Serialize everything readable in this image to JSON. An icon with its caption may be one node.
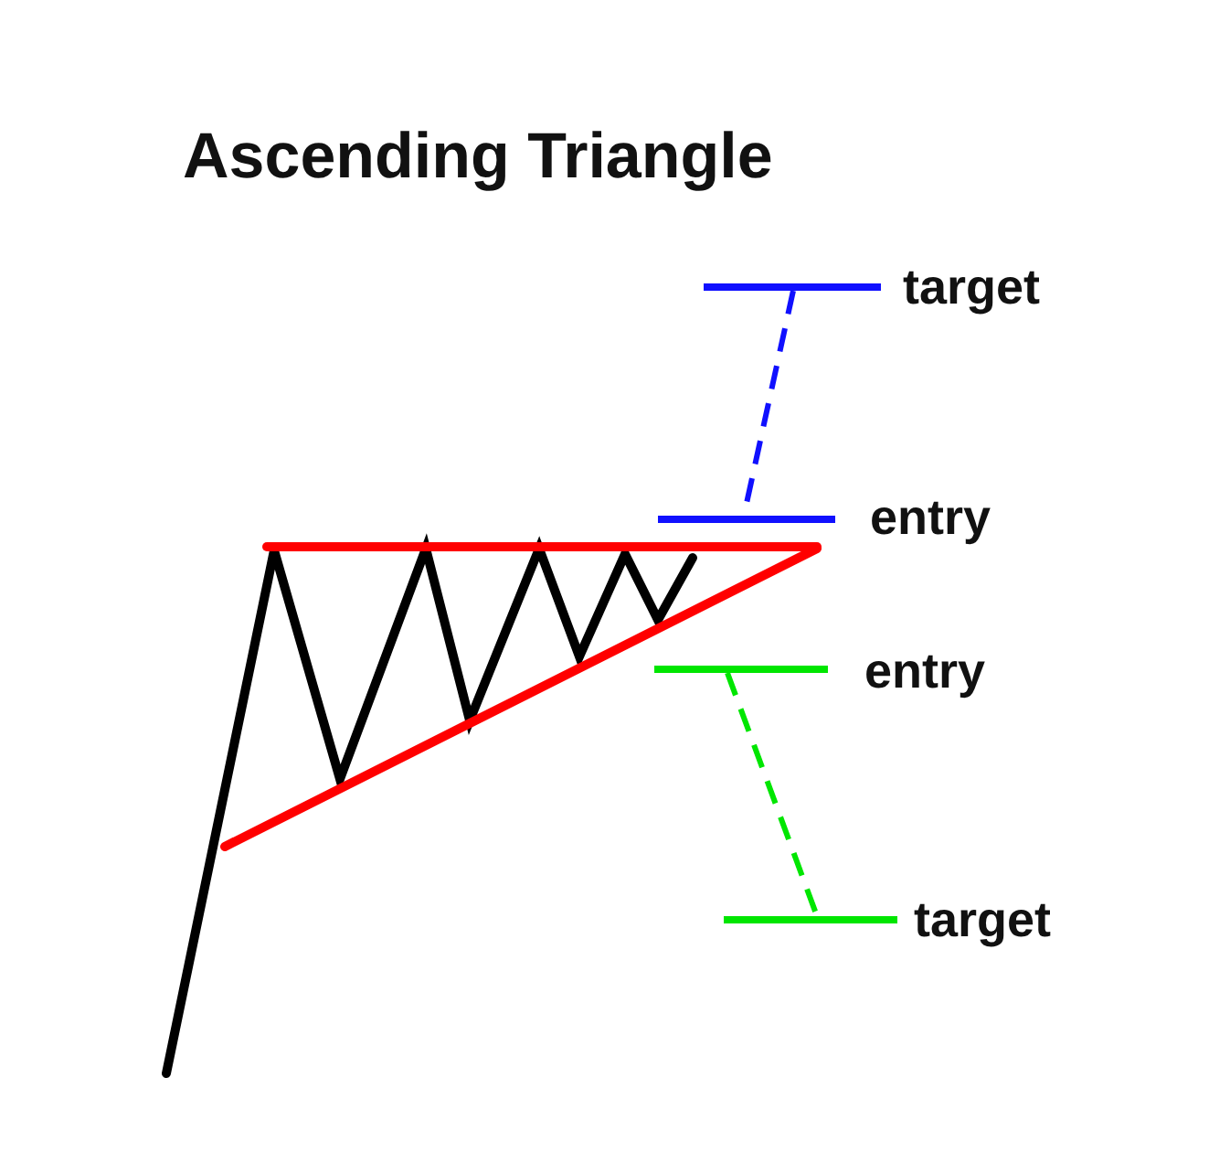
{
  "diagram": {
    "title": "Ascending Triangle",
    "labels": [
      "target",
      "entry",
      "entry",
      "target"
    ]
  }
}
